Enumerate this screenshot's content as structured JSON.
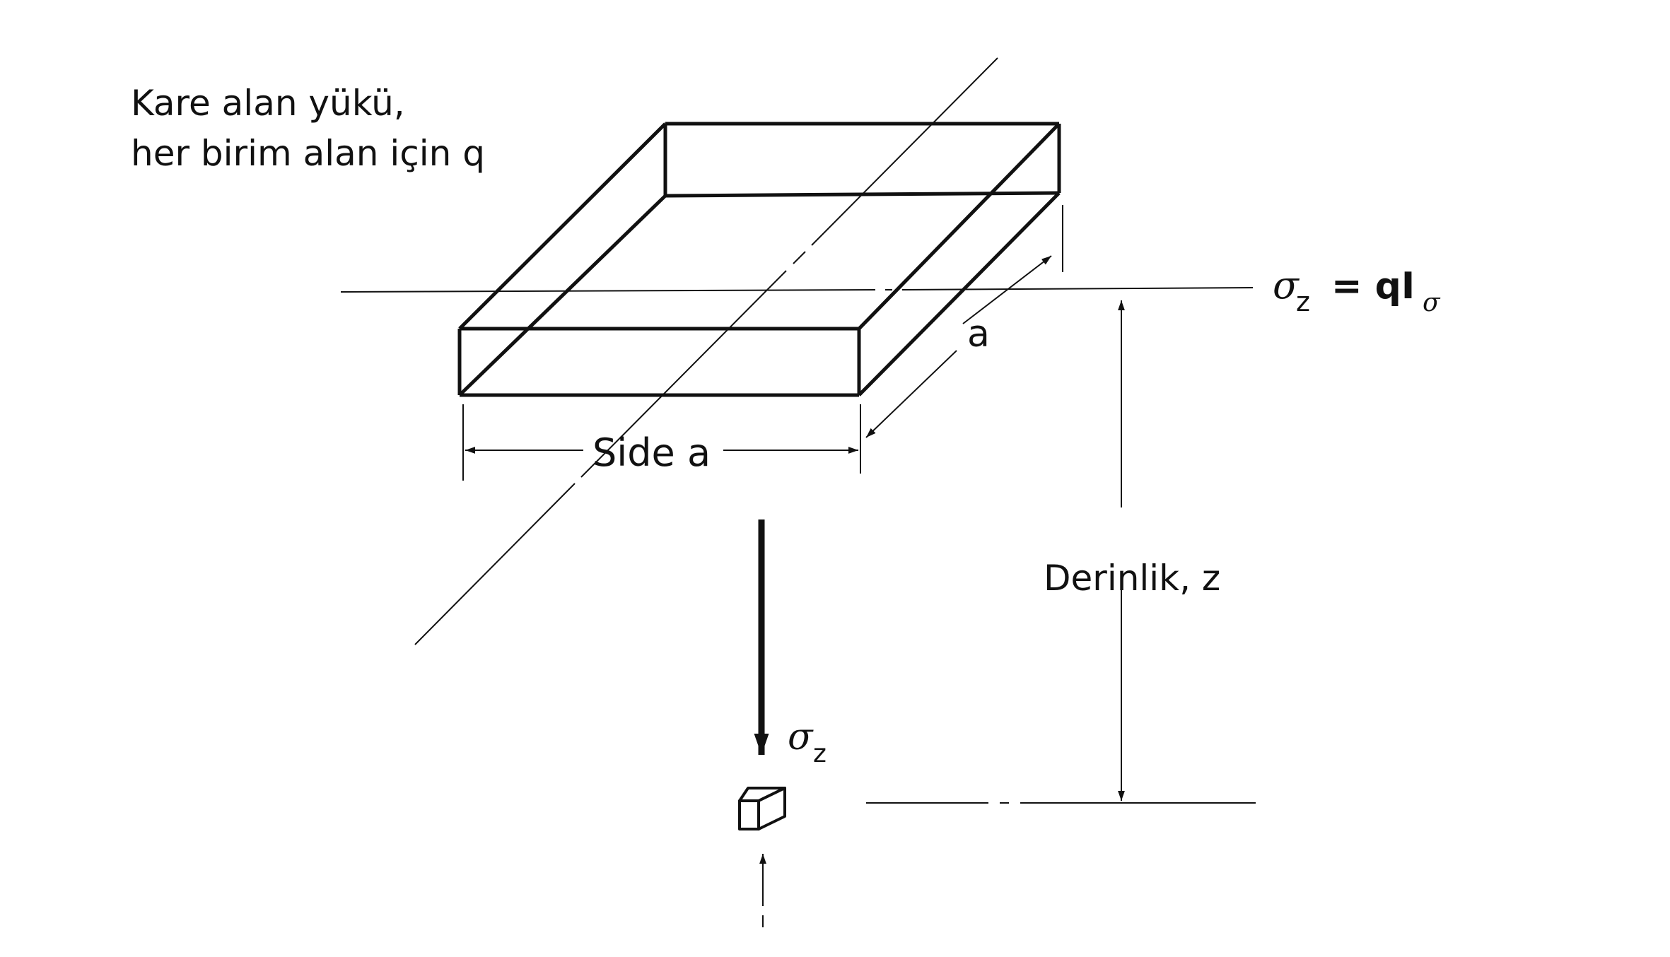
{
  "diagram": {
    "load_label_line1": "Kare alan yükü,",
    "load_label_line2": "her birim alan için q",
    "side_label": "Side a",
    "depth_side_label": "a",
    "equation": {
      "sigma": "σ",
      "sigma_sub": "z",
      "rhs": "= qI",
      "rhs_sub": "σ"
    },
    "depth_label": "Derinlik, z",
    "stress_label": {
      "sigma": "σ",
      "sub": "z"
    },
    "colors": {
      "ink": "#111111",
      "background": "#ffffff"
    }
  }
}
